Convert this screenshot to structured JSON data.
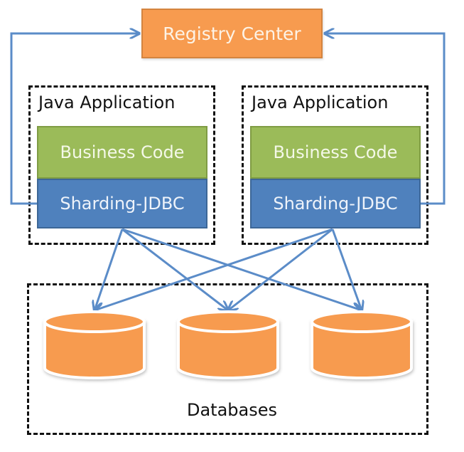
{
  "registry": {
    "label": "Registry Center"
  },
  "applications": [
    {
      "title": "Java Application",
      "business_code": "Business Code",
      "sharding": "Sharding-JDBC"
    },
    {
      "title": "Java Application",
      "business_code": "Business Code",
      "sharding": "Sharding-JDBC"
    }
  ],
  "databases": {
    "label": "Databases",
    "count": 3
  },
  "colors": {
    "registry": "#f79b4f",
    "business_code": "#9bbb59",
    "sharding": "#4f81bd",
    "database": "#f79b4f",
    "arrow": "#5b8cc8"
  },
  "connections": [
    {
      "from": "applications.0.sharding",
      "to": "registry"
    },
    {
      "from": "applications.1.sharding",
      "to": "registry"
    },
    {
      "from": "applications.0.sharding",
      "to": "databases.0"
    },
    {
      "from": "applications.0.sharding",
      "to": "databases.1"
    },
    {
      "from": "applications.0.sharding",
      "to": "databases.2"
    },
    {
      "from": "applications.1.sharding",
      "to": "databases.0"
    },
    {
      "from": "applications.1.sharding",
      "to": "databases.1"
    },
    {
      "from": "applications.1.sharding",
      "to": "databases.2"
    }
  ]
}
